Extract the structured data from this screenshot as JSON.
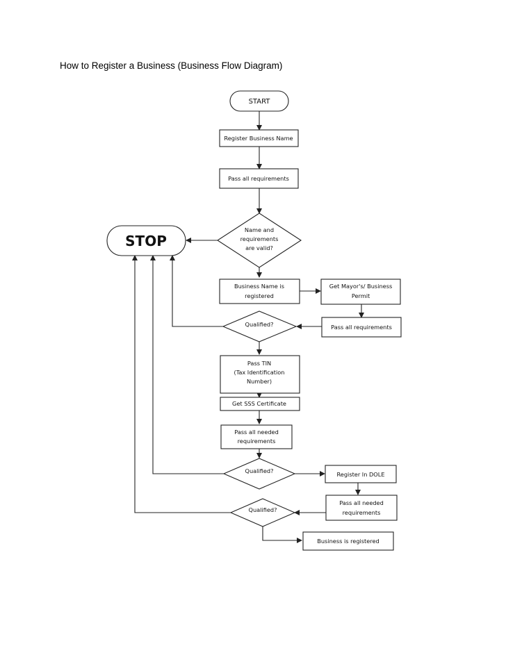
{
  "title": "How to Register a Business (Business Flow Diagram)",
  "nodes": {
    "start": "START",
    "stop": "STOP",
    "register_name": "Register Business Name",
    "pass_requirements_1": "Pass all requirements",
    "valid_decision": [
      "Name and",
      "requirements",
      "are valid?"
    ],
    "name_registered": [
      "Business Name is",
      "registered"
    ],
    "mayors_permit": [
      "Get Mayor's/ Business",
      "Permit"
    ],
    "pass_requirements_2": "Pass all requirements",
    "qualified_1": "Qualified?",
    "pass_tin": [
      "Pass TIN",
      "(Tax Identification",
      "Number)"
    ],
    "sss_certificate": "Get SSS Certificate",
    "pass_needed_1": [
      "Pass all needed",
      "requirements"
    ],
    "qualified_2": "Qualified?",
    "register_dole": "Register In DOLE",
    "pass_needed_2": [
      "Pass all needed",
      "requirements"
    ],
    "qualified_3": "Qualified?",
    "business_registered": "Business is registered"
  }
}
